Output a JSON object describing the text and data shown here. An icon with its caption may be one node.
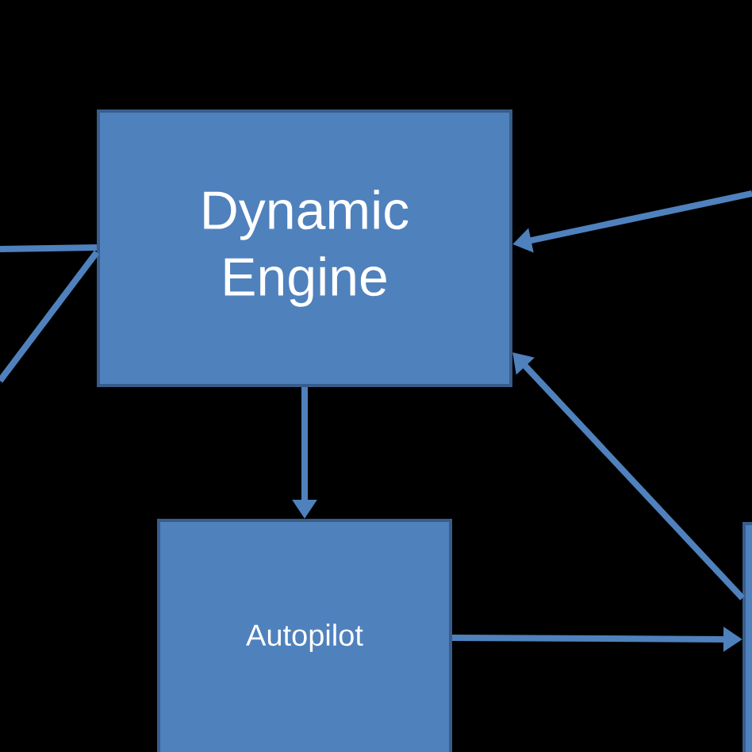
{
  "diagram": {
    "nodes": [
      {
        "text": [
          "Dynamic Engine"
        ]
      },
      {
        "text": [
          "Autopilot"
        ]
      },
      {
        "text": [],
        "shape": "box"
      }
    ],
    "edges": [
      {
        "from": 0,
        "to": 1,
        "arrow": "to"
      },
      {
        "from": 1,
        "to": 2,
        "arrow": "to"
      },
      {
        "from": 2,
        "to": 0,
        "arrow": "to"
      },
      {
        "from": null,
        "to": 0,
        "arrow": "to"
      },
      {
        "from": null,
        "to": 0,
        "arrow": "none"
      },
      {
        "from": null,
        "to": 0,
        "arrow": "none"
      }
    ]
  }
}
